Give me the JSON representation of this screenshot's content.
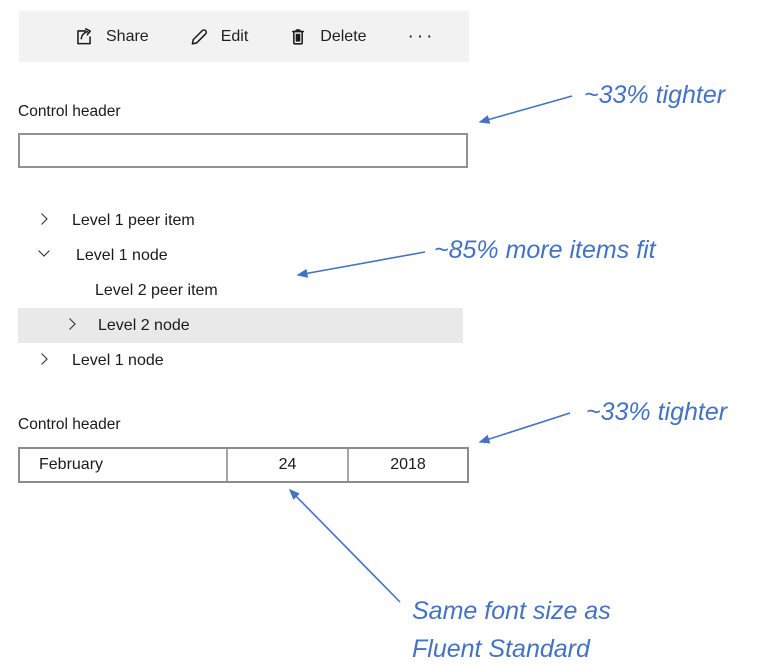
{
  "toolbar": {
    "items": [
      {
        "icon": "share-icon",
        "label": "Share"
      },
      {
        "icon": "edit-icon",
        "label": "Edit"
      },
      {
        "icon": "delete-icon",
        "label": "Delete"
      }
    ],
    "more_label": "···"
  },
  "textbox_section": {
    "header": "Control header",
    "value": "",
    "placeholder": ""
  },
  "tree": {
    "items": [
      {
        "label": "Level 1 peer item",
        "chevron": "right",
        "level": 1,
        "selected": false
      },
      {
        "label": "Level 1 node",
        "chevron": "down",
        "level": 1,
        "selected": false
      },
      {
        "label": "Level 2 peer item",
        "chevron": "none",
        "level": 2,
        "selected": false
      },
      {
        "label": "Level 2 node",
        "chevron": "right",
        "level": 2,
        "selected": true
      },
      {
        "label": "Level 1 node",
        "chevron": "right",
        "level": 1,
        "selected": false
      }
    ]
  },
  "datepicker_section": {
    "header": "Control header",
    "month": "February",
    "day": "24",
    "year": "2018"
  },
  "annotations": {
    "tighter_top": {
      "text": "~33% tighter"
    },
    "more_items": {
      "text": "~85% more items fit"
    },
    "tighter_bottom": {
      "text": "~33% tighter"
    },
    "same_font": {
      "line1": "Same font size as",
      "line2": "Fluent Standard"
    },
    "accent_color": "#4472c4"
  },
  "colors": {
    "toolbar_bg": "#f2f2f2",
    "tree_selected_bg": "#e9e9e9",
    "control_border": "#919191",
    "annotation_blue": "#4472c4",
    "text": "#1a1a1a"
  }
}
